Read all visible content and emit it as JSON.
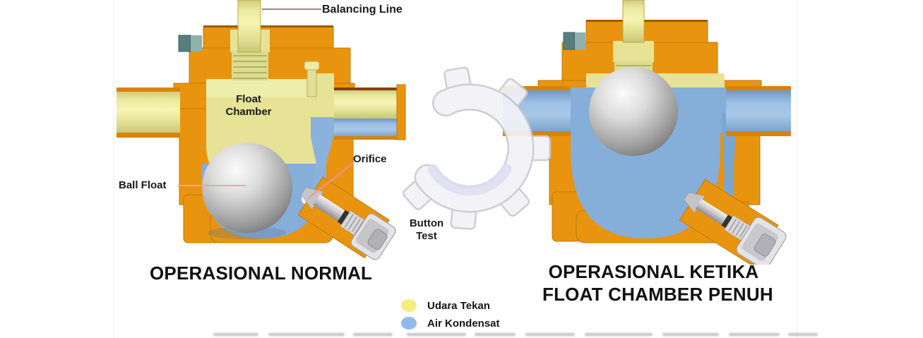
{
  "left_diagram": {
    "title": "OPERASIONAL NORMAL",
    "labels": {
      "balancing_line": "Balancing Line",
      "float_chamber": "Float Chamber",
      "ball_float": "Ball Float",
      "orifice": "Orifice",
      "button_test": "Button Test"
    }
  },
  "right_diagram": {
    "title_line1": "OPERASIONAL KETIKA",
    "title_line2": "FLOAT CHAMBER PENUH"
  },
  "legend": {
    "items": [
      {
        "label": "Udara Tekan",
        "color": "#F6EE7E"
      },
      {
        "label": "Air Kondensat",
        "color": "#90BBEC"
      }
    ]
  },
  "colors": {
    "body_orange": "#E8940E",
    "compressed_air_yellow": "#E7E499",
    "condensate_blue": "#85AED8",
    "float_ball_silver": "#C8C8C8",
    "annotation_pink": "#F0949E",
    "watermark_gear_gray": "#F2F2F6",
    "label_text": "#1A1A1A"
  }
}
